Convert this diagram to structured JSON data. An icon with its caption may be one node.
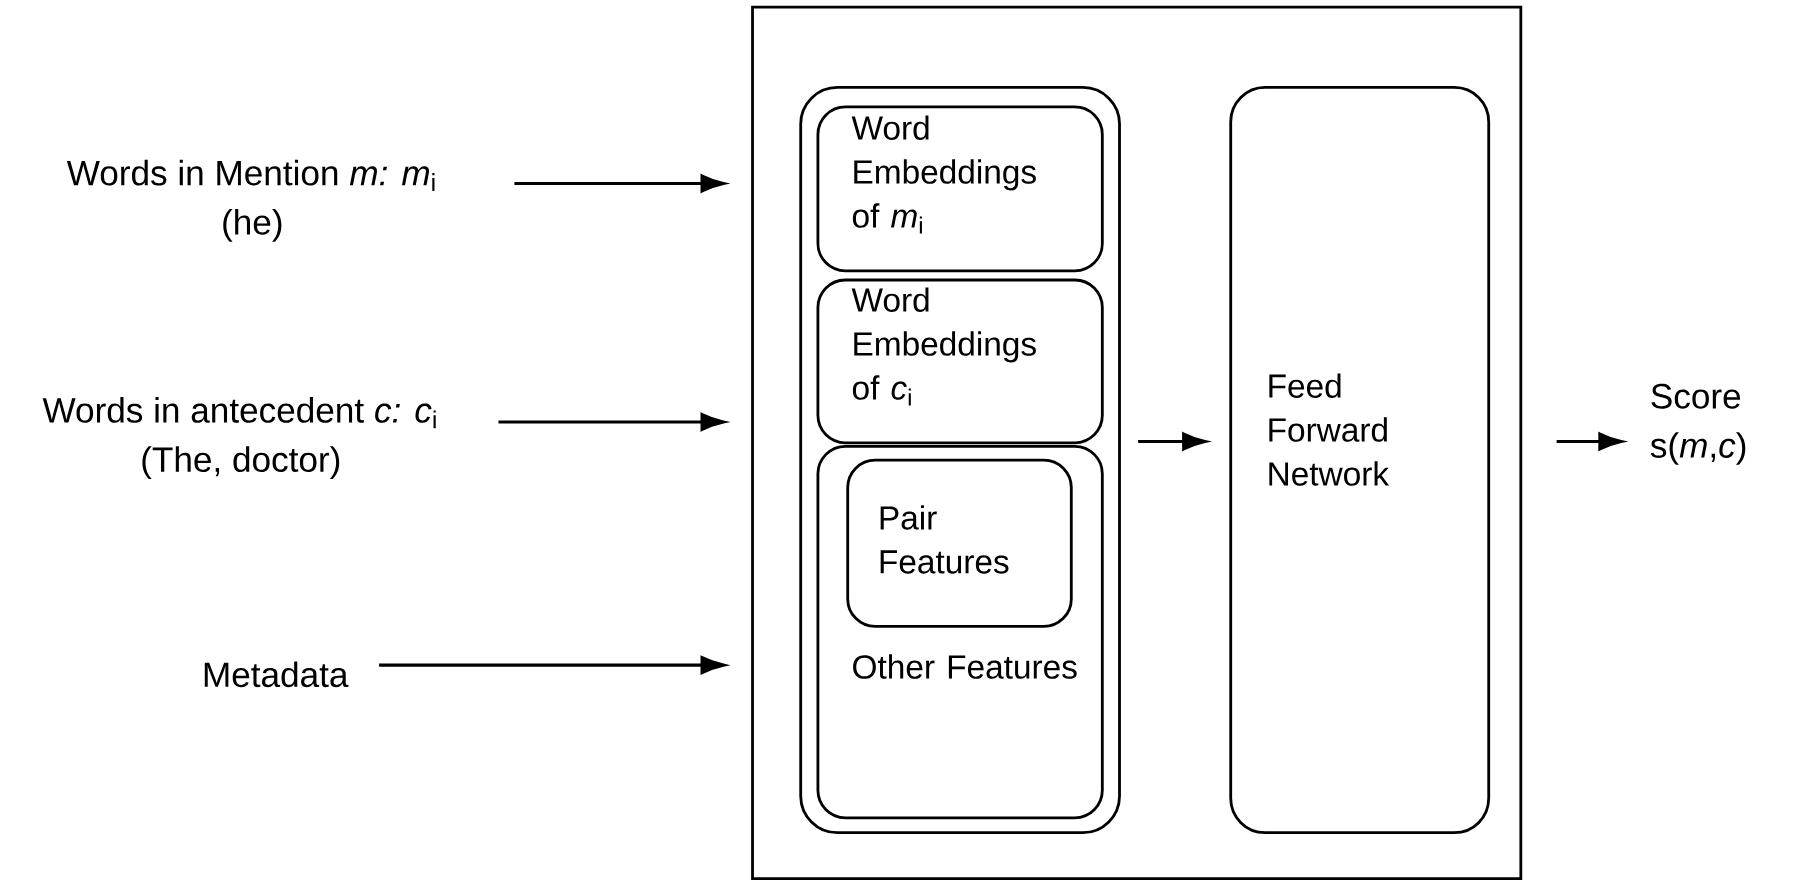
{
  "diagram": {
    "nodes": [
      {
        "text": [],
        "shape": "box"
      },
      {
        "text": [],
        "shape": "box",
        "in": 0
      },
      {
        "text": [
          "Word Embeddings of *m*$_{i}$"
        ],
        "in": 1
      },
      {
        "text": [
          "Word Embeddings of *c*$_{i}$"
        ],
        "in": 1
      },
      {
        "text": [
          "Other Features"
        ],
        "in": 1
      },
      {
        "text": [
          "Pair Features"
        ],
        "in": 4
      },
      {
        "text": [
          "Feed Forward Network"
        ],
        "in": 0
      },
      {
        "text": [
          "Words in Mention *m:* *m*$_{i}$",
          "(he)"
        ]
      },
      {
        "text": [
          "Words in antecedent *c:* *c*$_{i}$",
          "(The, doctor)"
        ]
      },
      {
        "text": [
          "Metadata"
        ]
      },
      {
        "text": [
          "Score s(*m*,*c*)"
        ]
      }
    ],
    "edges": [
      {
        "from": 7,
        "to": 0,
        "arrow": "to"
      },
      {
        "from": 8,
        "to": 0,
        "arrow": "to"
      },
      {
        "from": 9,
        "to": 0,
        "arrow": "to"
      },
      {
        "from": 1,
        "to": 6,
        "arrow": "to"
      },
      {
        "from": 0,
        "to": 10,
        "arrow": "to"
      }
    ]
  }
}
